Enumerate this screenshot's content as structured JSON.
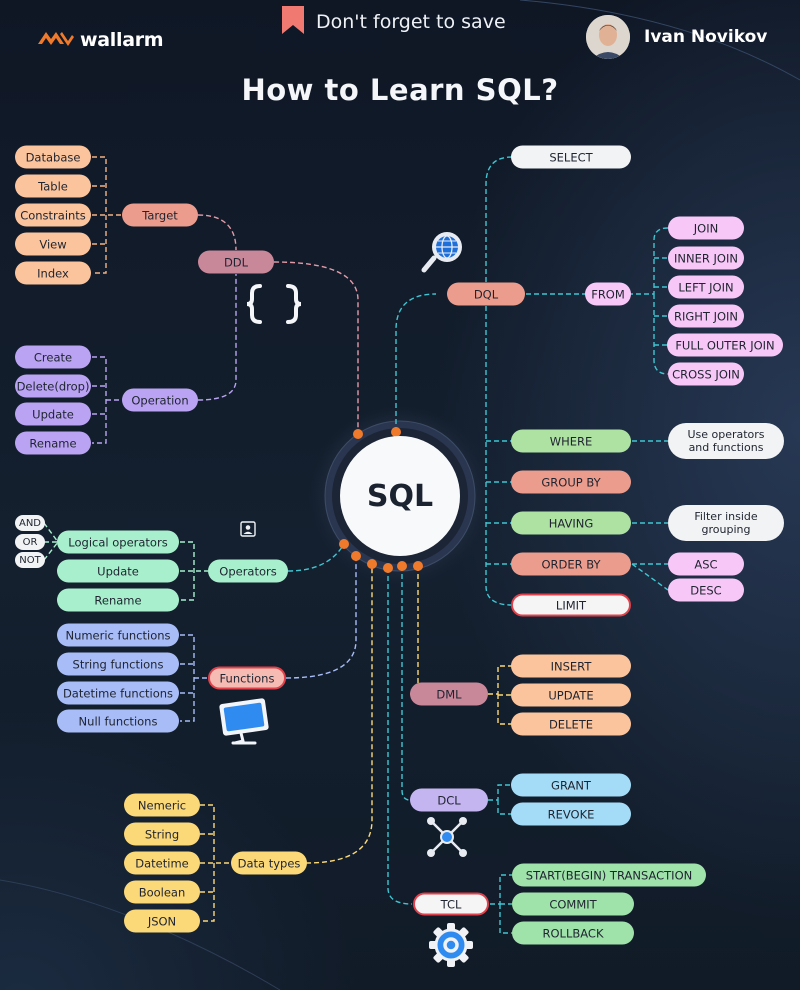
{
  "header": {
    "logo_text": "wallarm",
    "banner_text": "Don't forget to save",
    "author_name": "Ivan Novikov",
    "title": "How to Learn SQL?"
  },
  "center": {
    "label": "SQL"
  },
  "colors": {
    "connector_pink": "#e39aa7",
    "connector_teal": "#3fc6d2",
    "connector_yellow": "#f2c65a",
    "connector_orange_dot": "#f07a2b",
    "accent_red": "#e0414a"
  },
  "ddl": {
    "label": "DDL",
    "target": {
      "label": "Target",
      "items": [
        "Database",
        "Table",
        "Constraints",
        "View",
        "Index"
      ]
    },
    "operation": {
      "label": "Operation",
      "items": [
        "Create",
        "Delete(drop)",
        "Update",
        "Rename"
      ]
    }
  },
  "dql": {
    "label": "DQL",
    "select": "SELECT",
    "from": {
      "label": "FROM",
      "items": [
        "JOIN",
        "INNER JOIN",
        "LEFT JOIN",
        "RIGHT JOIN",
        "FULL OUTER JOIN",
        "CROSS JOIN"
      ]
    },
    "where": {
      "label": "WHERE",
      "note": "Use operators and functions"
    },
    "group_by": "GROUP BY",
    "having": {
      "label": "HAVING",
      "note": "Filter inside grouping"
    },
    "order_by": {
      "label": "ORDER BY",
      "items": [
        "ASC",
        "DESC"
      ]
    },
    "limit": "LIMIT"
  },
  "operators": {
    "label": "Operators",
    "logical": {
      "label": "Logical operators",
      "items": [
        "AND",
        "OR",
        "NOT"
      ]
    },
    "update": "Update",
    "rename": "Rename"
  },
  "functions": {
    "label": "Functions",
    "items": [
      "Numeric functions",
      "String functions",
      "Datetime functions",
      "Null functions"
    ]
  },
  "data_types": {
    "label": "Data types",
    "items": [
      "Nemeric",
      "String",
      "Datetime",
      "Boolean",
      "JSON"
    ]
  },
  "dml": {
    "label": "DML",
    "items": [
      "INSERT",
      "UPDATE",
      "DELETE"
    ]
  },
  "dcl": {
    "label": "DCL",
    "items": [
      "GRANT",
      "REVOKE"
    ]
  },
  "tcl": {
    "label": "TCL",
    "items": [
      "START(BEGIN) TRANSACTION",
      "COMMIT",
      "ROLLBACK"
    ]
  },
  "icons": [
    "wallarm-logo-icon",
    "bookmark-icon",
    "author-avatar",
    "globe-search-icon",
    "curly-braces-icon",
    "user-card-icon",
    "monitor-icon",
    "network-nodes-icon",
    "gear-icon"
  ]
}
